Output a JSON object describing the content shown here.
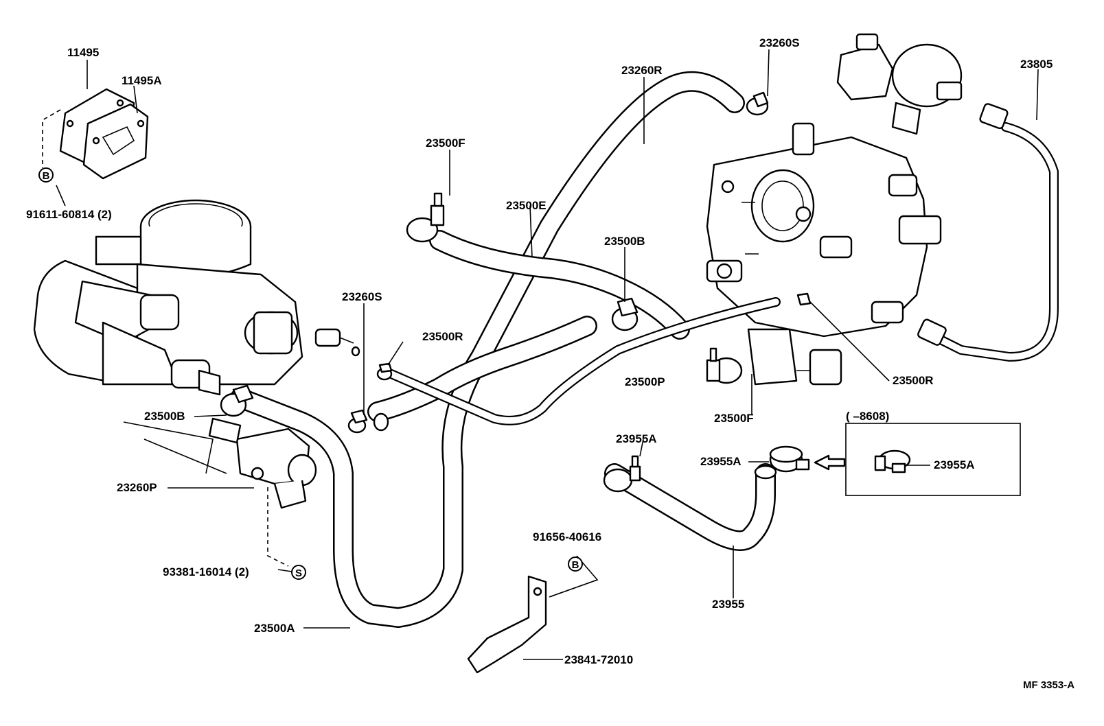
{
  "diagram": {
    "labels": {
      "p11495": "11495",
      "p11495a": "11495A",
      "p91611": "91611-60814 (2)",
      "p23260s_top": "23260S",
      "p23260r": "23260R",
      "p23805": "23805",
      "p23500f_top": "23500F",
      "p23500e": "23500E",
      "p23500b_mid": "23500B",
      "p23260s_mid": "23260S",
      "p23500r_mid": "23500R",
      "p23500p": "23500P",
      "p23500r_right": "23500R",
      "p23500f_bottom": "23500F",
      "p8608": "(      –8608)",
      "p23955a_left": "23955A",
      "p23955a_mid": "23955A",
      "p23955a_box": "23955A",
      "p23500b_left": "23500B",
      "p23260p": "23260P",
      "p91656": "91656-40616",
      "p93381": "93381-16014 (2)",
      "p23955": "23955",
      "p23500a": "23500A",
      "p23841": "23841-72010",
      "code": "MF  3353-A"
    },
    "symbols": {
      "b_top": "B",
      "b_bottom": "B",
      "s": "S"
    }
  }
}
